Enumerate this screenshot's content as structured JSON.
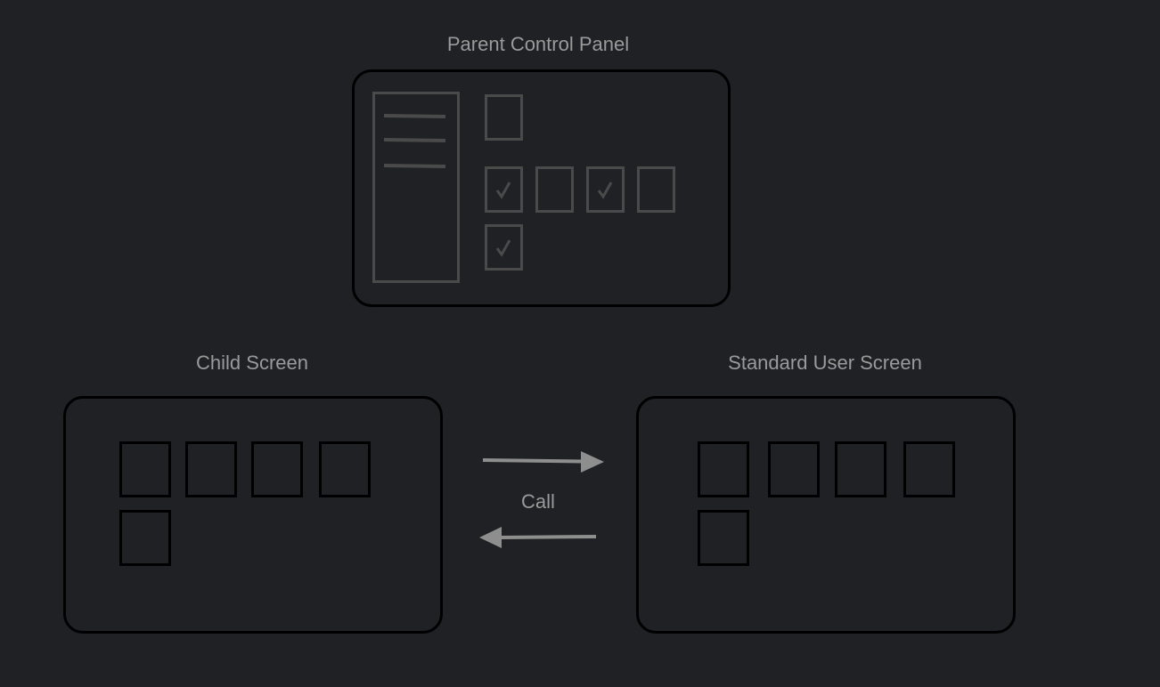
{
  "parent_panel": {
    "title": "Parent Control Panel"
  },
  "child_screen": {
    "title": "Child Screen"
  },
  "standard_screen": {
    "title": "Standard User Screen"
  },
  "connection": {
    "label": "Call"
  },
  "colors": {
    "background": "#202124",
    "label": "#9a9a9a",
    "arrow": "#8e8e8e",
    "outline": "#000000",
    "control": "#4a4a4a"
  }
}
